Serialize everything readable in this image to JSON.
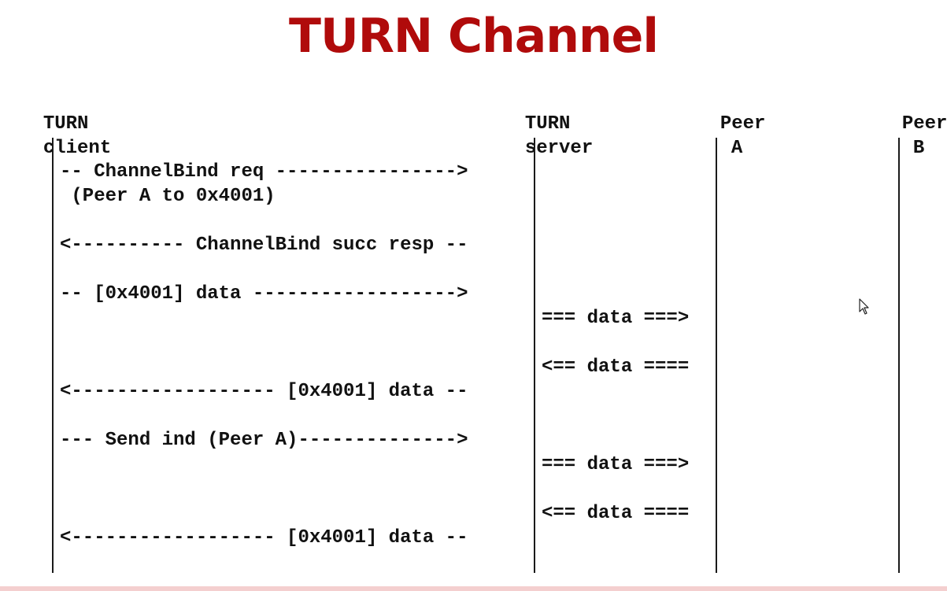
{
  "title": {
    "text": "TURN Channel",
    "color": "#b00b0b"
  },
  "participants": [
    {
      "line1": "TURN",
      "line2": "client"
    },
    {
      "line1": "TURN",
      "line2": "server"
    },
    {
      "line1": "Peer",
      "line2": "A"
    },
    {
      "line1": "Peer",
      "line2": "B"
    }
  ],
  "messages": [
    {
      "text": "-- ChannelBind req ---------------->"
    },
    {
      "text": " (Peer A to 0x4001)"
    },
    {
      "text": "<---------- ChannelBind succ resp --"
    },
    {
      "text": "-- [0x4001] data ------------------>"
    },
    {
      "text": "=== data ===>"
    },
    {
      "text": "<== data ===="
    },
    {
      "text": "<------------------ [0x4001] data --"
    },
    {
      "text": "--- Send ind (Peer A)-------------->"
    },
    {
      "text": "=== data ===>"
    },
    {
      "text": "<== data ===="
    },
    {
      "text": "<------------------ [0x4001] data --"
    }
  ],
  "icons": {
    "cursor": "mouse-pointer-icon"
  }
}
